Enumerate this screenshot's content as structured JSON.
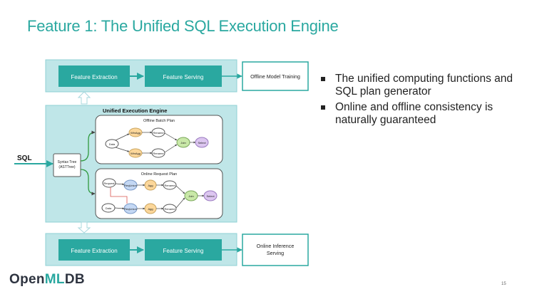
{
  "title": "Feature 1: The Unified SQL Execution Engine",
  "diagram": {
    "top_feature_extraction": "Feature Extraction",
    "top_feature_serving": "Feature Serving",
    "offline_model_training": "Offline Model Training",
    "engine_title": "Unified Execution Engine",
    "sql_label": "SQL",
    "syntax_tree_line1": "Syntax Tree",
    "syntax_tree_line2": "(ASTTree)",
    "offline_plan_title": "Offline Batch Plan",
    "online_plan_title": "Online Request Plan",
    "nodes": {
      "data": "Data",
      "window_agg": "WinAgg",
      "rename": "Rename",
      "join": "Join",
      "select": "Select",
      "request": "Request",
      "agg": "Agg"
    },
    "bottom_feature_extraction": "Feature Extraction",
    "bottom_feature_serving": "Feature Serving",
    "online_inference_line1": "Online Inference",
    "online_inference_line2": "Serving"
  },
  "bullets": [
    "The unified computing functions and SQL plan generator",
    "Online and offline consistency is naturally guaranteed"
  ],
  "logo": {
    "prefix": "Open",
    "middle": "ML",
    "suffix": "DB"
  },
  "page_number": "15",
  "colors": {
    "teal": "#2aa8a0",
    "panel": "#bfe6e8",
    "panel_border": "#8fd0d4",
    "node_orange": "#fcd79a",
    "node_green": "#c9e8a8",
    "node_purple": "#dcc6f0",
    "node_blue": "#c4d8f4"
  }
}
